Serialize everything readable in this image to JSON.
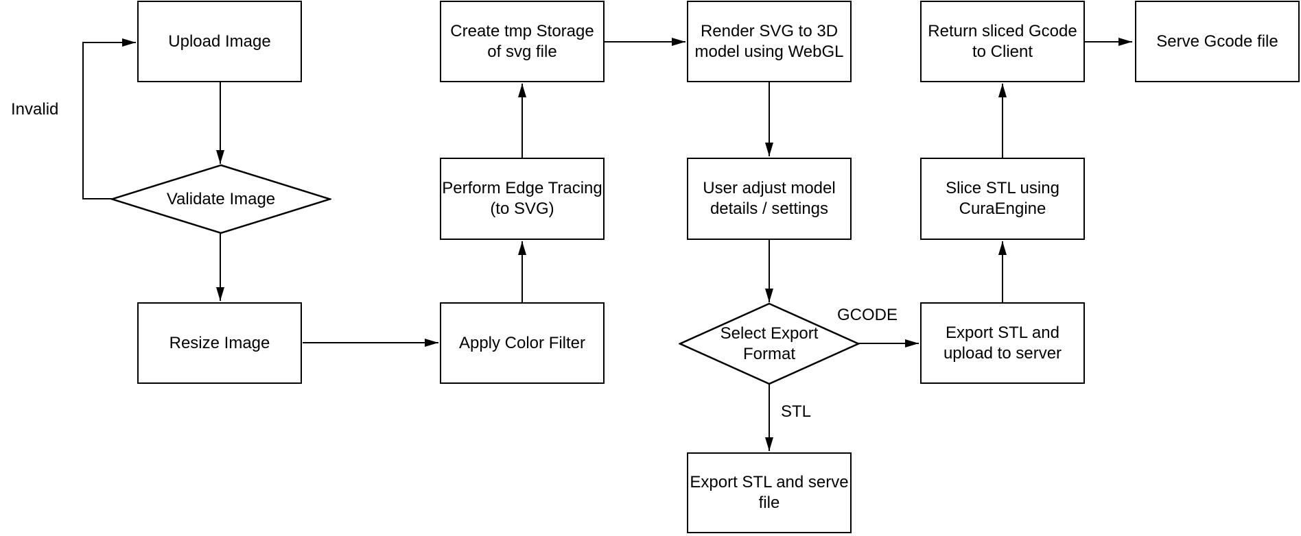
{
  "diagram": {
    "type": "flowchart",
    "colors": {
      "stroke": "#000000",
      "fill": "#ffffff",
      "text": "#000000"
    },
    "nodes": {
      "upload_image": {
        "shape": "process",
        "label": "Upload Image"
      },
      "validate_image": {
        "shape": "decision",
        "label": "Validate Image"
      },
      "resize_image": {
        "shape": "process",
        "label": "Resize Image"
      },
      "apply_color_filter": {
        "shape": "process",
        "label": "Apply Color Filter"
      },
      "perform_edge_tracing": {
        "shape": "process",
        "label": "Perform Edge Tracing\n(to SVG)"
      },
      "create_tmp_storage": {
        "shape": "process",
        "label": "Create tmp Storage\nof svg file"
      },
      "render_svg": {
        "shape": "process",
        "label": "Render SVG to 3D\nmodel using WebGL"
      },
      "user_adjust": {
        "shape": "process",
        "label": "User adjust model\ndetails / settings"
      },
      "select_export_format": {
        "shape": "decision",
        "label": "Select Export\nFormat"
      },
      "export_stl_serve": {
        "shape": "process",
        "label": "Export STL and serve\nfile"
      },
      "export_stl_upload": {
        "shape": "process",
        "label": "Export STL and\nupload to server"
      },
      "slice_stl": {
        "shape": "process",
        "label": "Slice STL using\nCuraEngine"
      },
      "return_sliced_gcode": {
        "shape": "process",
        "label": "Return sliced Gcode\nto Client"
      },
      "serve_gcode": {
        "shape": "process",
        "label": "Serve Gcode file"
      }
    },
    "edge_labels": {
      "invalid": "Invalid",
      "gcode": "GCODE",
      "stl": "STL"
    }
  }
}
